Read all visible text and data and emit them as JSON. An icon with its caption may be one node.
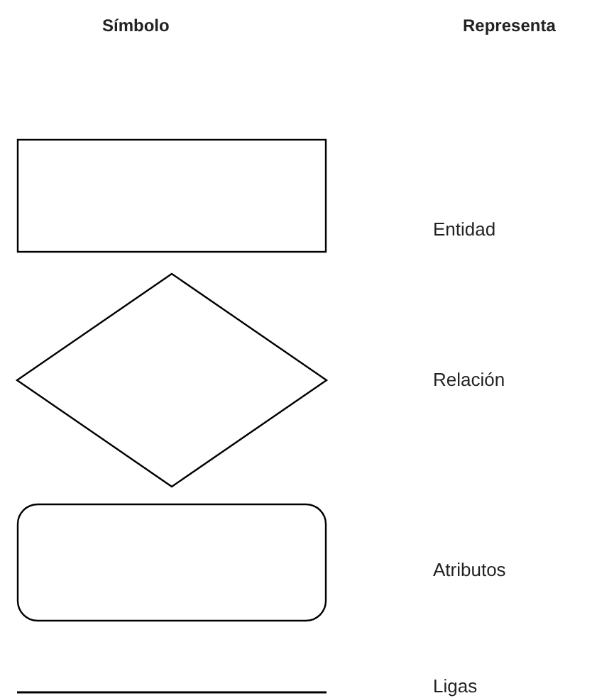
{
  "diagram": {
    "nodes": [
      {
        "text": [],
        "shape": "box"
      },
      {
        "text": [],
        "shape": "diamond"
      },
      {
        "text": [],
        "shape": "rounded-box"
      },
      {
        "text": [],
        "shape": "line"
      }
    ],
    "labels": [
      "Símbolo",
      "Representa",
      "Entidad",
      "Relación",
      "Atributos",
      "Ligas"
    ]
  }
}
